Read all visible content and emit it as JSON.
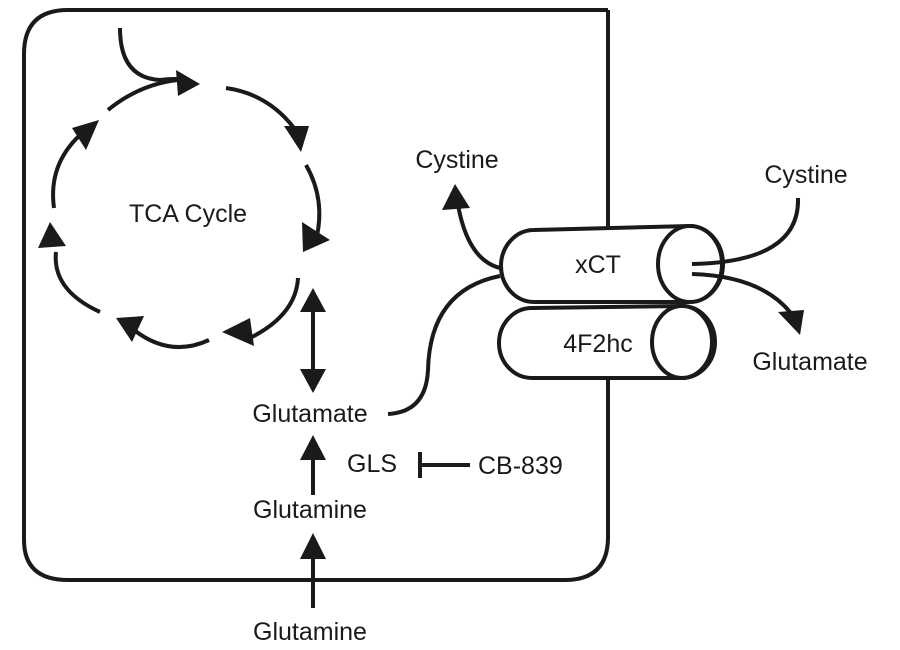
{
  "diagram": {
    "title": "Glutamine metabolism and xCT cystine/glutamate antiporter",
    "cycle": {
      "label": "TCA Cycle"
    },
    "transporter": {
      "upper_subunit": "xCT",
      "lower_subunit": "4F2hc"
    },
    "labels": {
      "cystine_inside": "Cystine",
      "cystine_outside": "Cystine",
      "glutamate_outside": "Glutamate",
      "glutamate_inside": "Glutamate",
      "glutamine_inside": "Glutamine",
      "glutamine_outside": "Glutamine",
      "enzyme": "GLS",
      "inhibitor": "CB-839"
    },
    "edges": [
      {
        "from": "Glutamine (extracellular)",
        "to": "Glutamine (intracellular)",
        "type": "arrow"
      },
      {
        "from": "Glutamine (intracellular)",
        "to": "Glutamate (intracellular)",
        "type": "arrow",
        "enzyme": "GLS"
      },
      {
        "from": "CB-839",
        "to": "GLS",
        "type": "inhibition"
      },
      {
        "from": "Glutamate (intracellular)",
        "to": "TCA Cycle",
        "type": "bidirectional"
      },
      {
        "from": "Glutamate (intracellular)",
        "to": "Glutamate (extracellular)",
        "type": "arrow",
        "via": "xCT"
      },
      {
        "from": "Cystine (extracellular)",
        "to": "Cystine (intracellular)",
        "type": "arrow",
        "via": "xCT"
      }
    ]
  }
}
